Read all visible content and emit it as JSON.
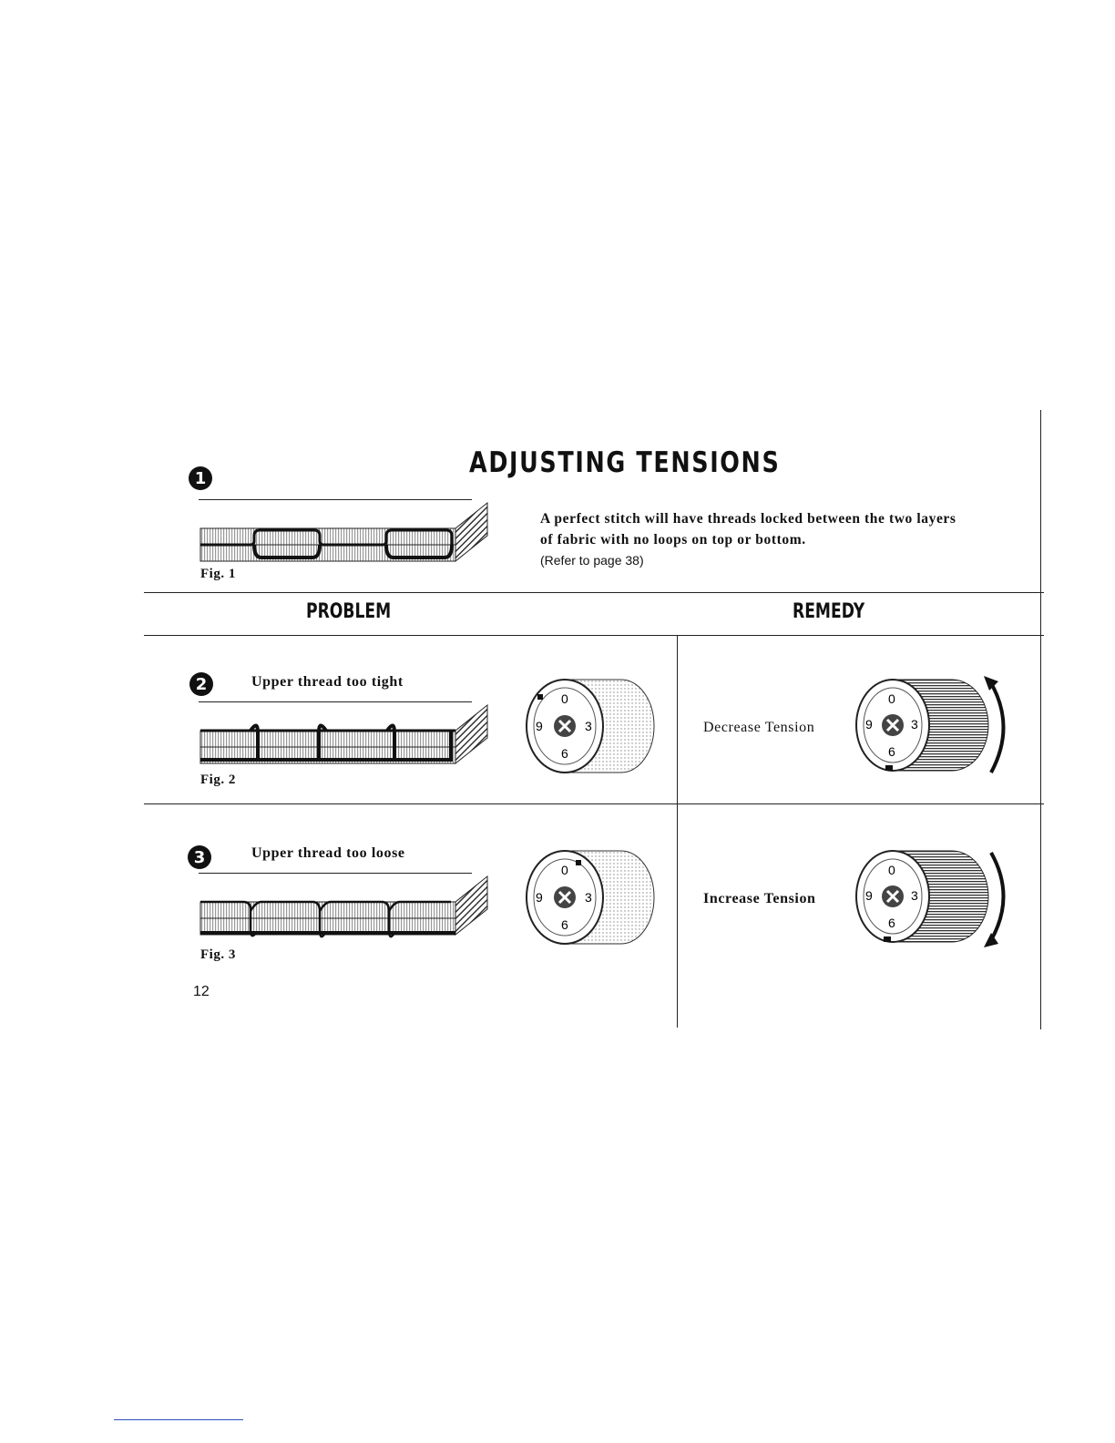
{
  "page": {
    "title": "ADJUSTING TENSIONS",
    "intro_text": "A perfect stitch will have threads locked between the two layers of fabric with no loops on top or bottom.",
    "intro_ref": "(Refer to page 38)",
    "page_number": "12"
  },
  "headers": {
    "problem": "PROBLEM",
    "remedy": "REMEDY"
  },
  "figures": [
    {
      "number": "1",
      "caption": "Fig. 1"
    },
    {
      "number": "2",
      "caption": "Fig. 2",
      "problem": "Upper thread too tight",
      "remedy": "Decrease Tension"
    },
    {
      "number": "3",
      "caption": "Fig. 3",
      "problem": "Upper thread too loose",
      "remedy": "Increase Tension"
    }
  ],
  "dial": {
    "labels": [
      "0",
      "3",
      "6",
      "9"
    ]
  }
}
